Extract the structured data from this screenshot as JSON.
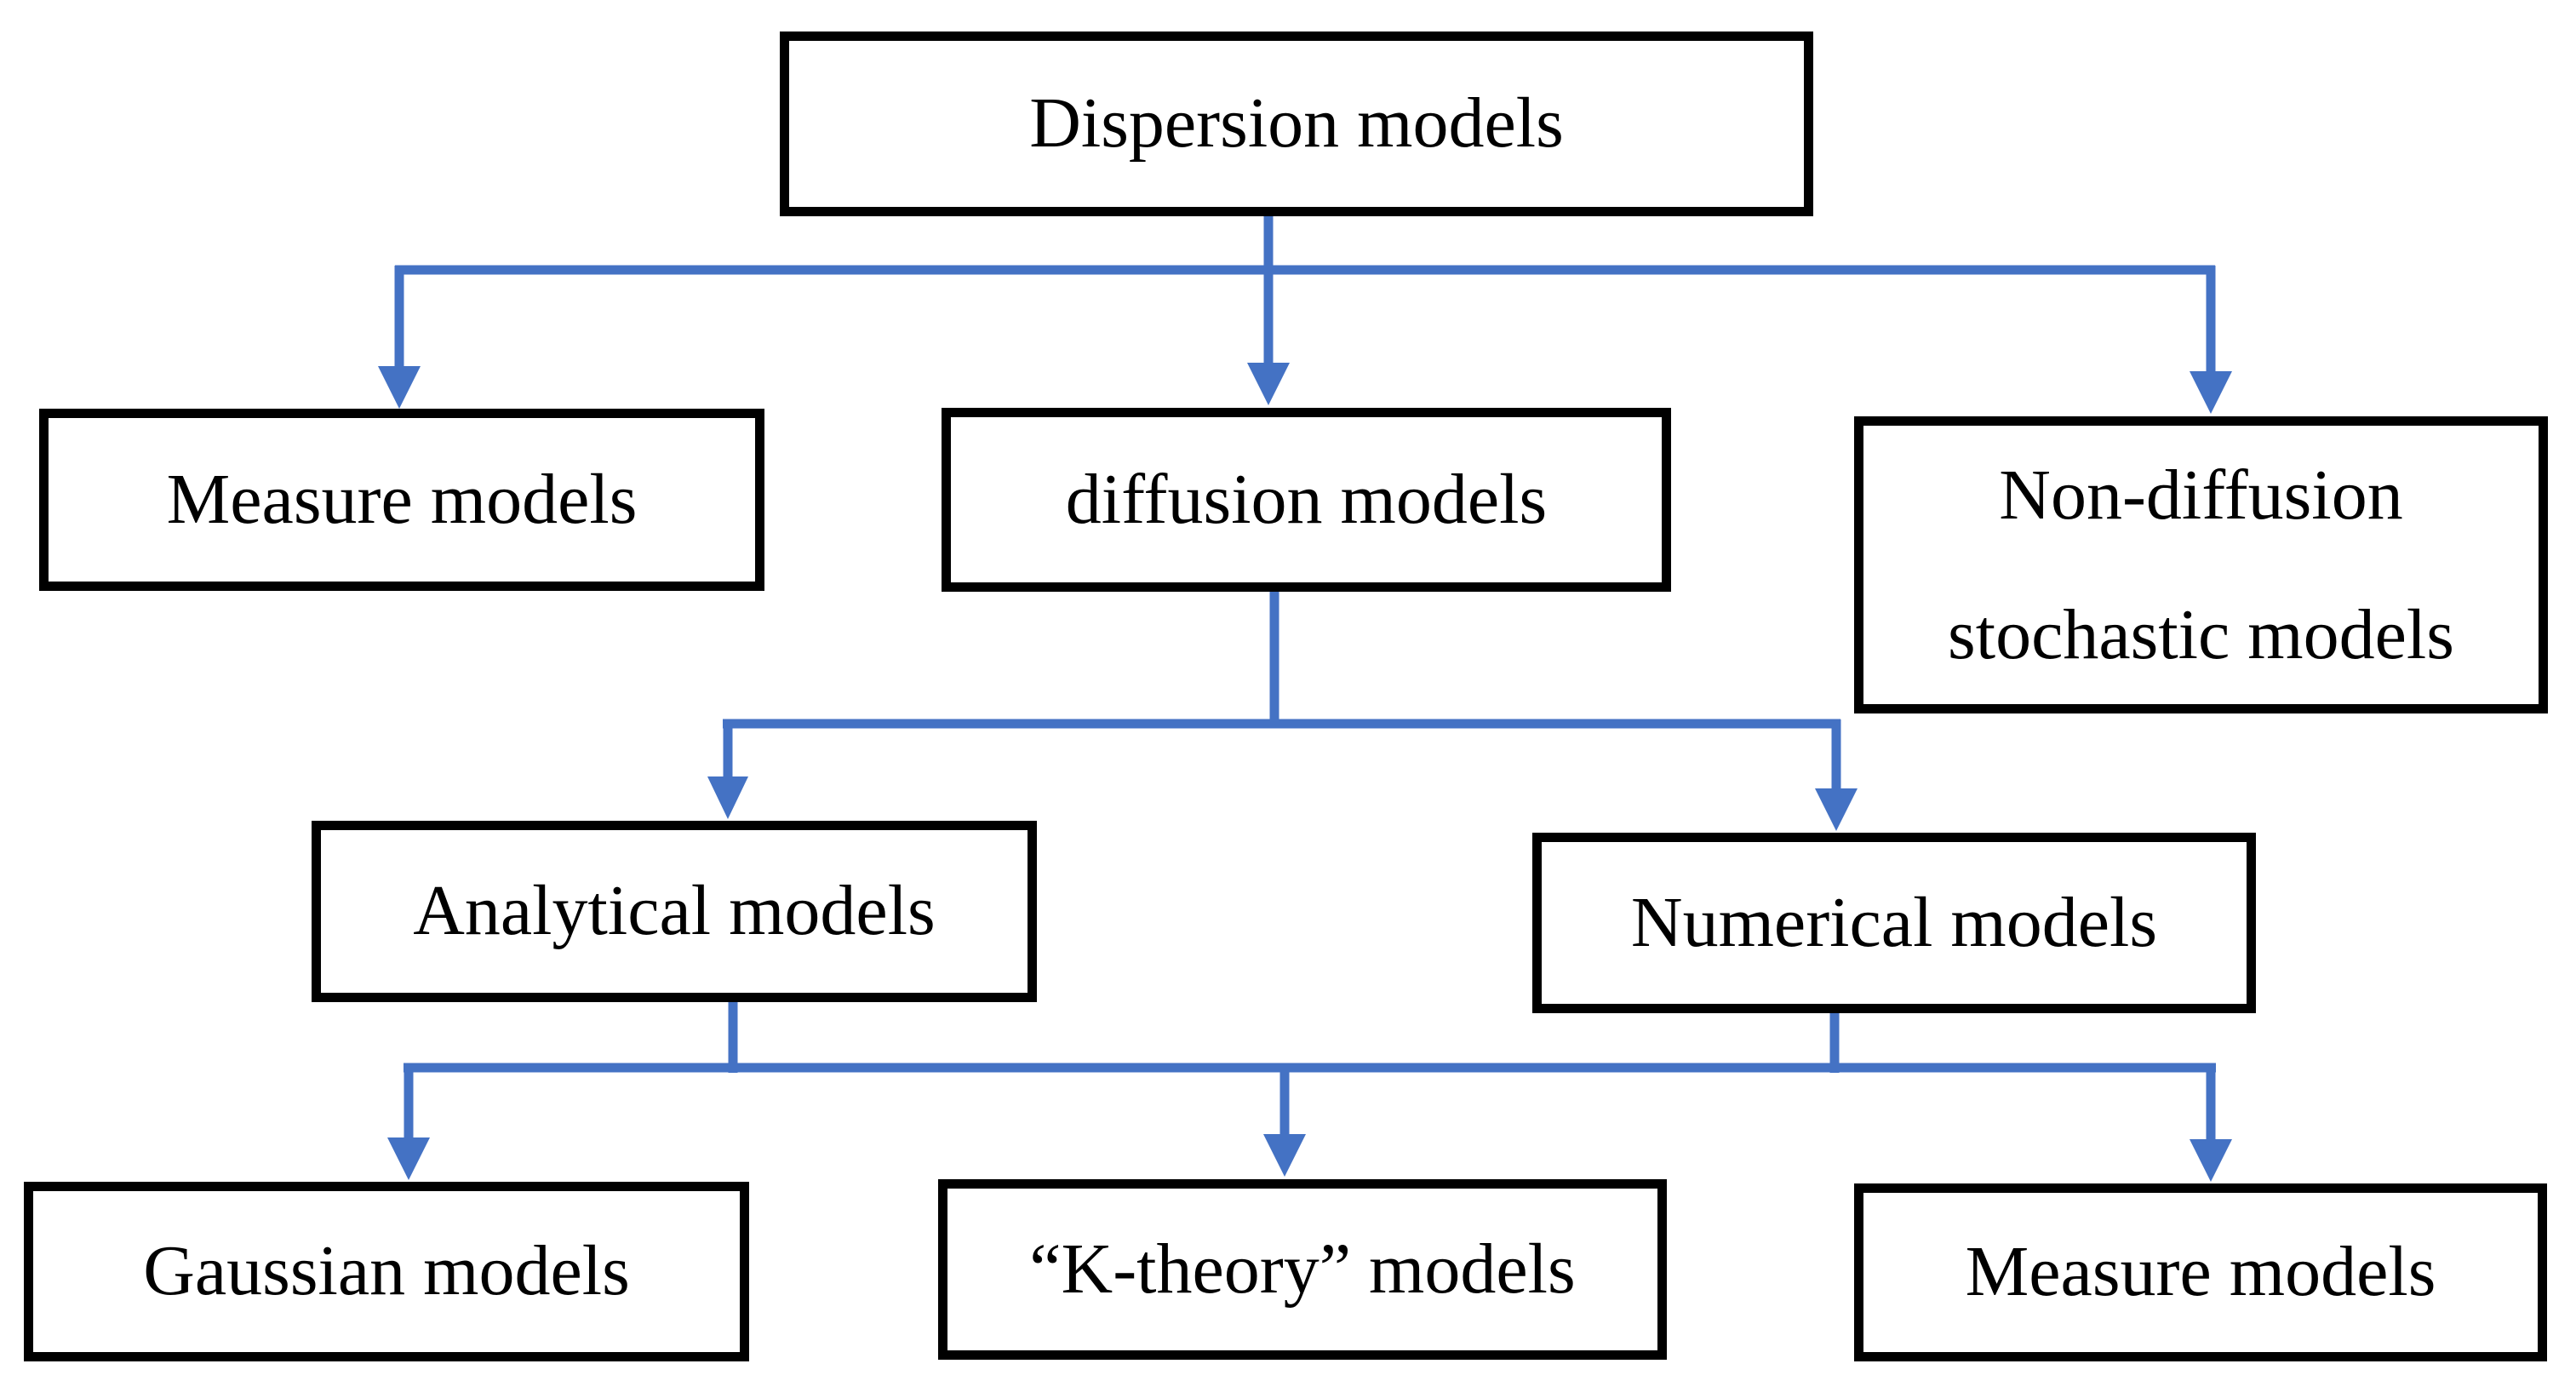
{
  "figure": {
    "type": "flowchart",
    "background_color": "#ffffff",
    "box_fill_color": "#ffffff",
    "box_border_color": "#000000",
    "connector_color": "#4472C4",
    "nodes": {
      "dispersion": {
        "label": "Dispersion models"
      },
      "measure_top": {
        "label": "Measure models"
      },
      "diffusion": {
        "label": "diffusion models"
      },
      "non_diffusion": {
        "line1": "Non-diffusion",
        "line2": "stochastic models"
      },
      "analytical": {
        "label": "Analytical models"
      },
      "numerical": {
        "label": "Numerical models"
      },
      "gaussian": {
        "label": "Gaussian models"
      },
      "k_theory": {
        "label": "“K-theory” models"
      },
      "measure_bottom": {
        "label": "Measure models"
      }
    },
    "edges": [
      {
        "from": "Dispersion models",
        "to": "Measure models"
      },
      {
        "from": "Dispersion models",
        "to": "diffusion models"
      },
      {
        "from": "Dispersion models",
        "to": "Non-diffusion stochastic models"
      },
      {
        "from": "diffusion models",
        "to": "Analytical models"
      },
      {
        "from": "diffusion models",
        "to": "Numerical models"
      },
      {
        "from": "Analytical models",
        "to": "Gaussian models"
      },
      {
        "from": "Analytical models",
        "to": "“K-theory” models"
      },
      {
        "from": "Analytical models",
        "to": "Measure models"
      },
      {
        "from": "Numerical models",
        "to": "Gaussian models"
      },
      {
        "from": "Numerical models",
        "to": "“K-theory” models"
      },
      {
        "from": "Numerical models",
        "to": "Measure models"
      }
    ]
  }
}
